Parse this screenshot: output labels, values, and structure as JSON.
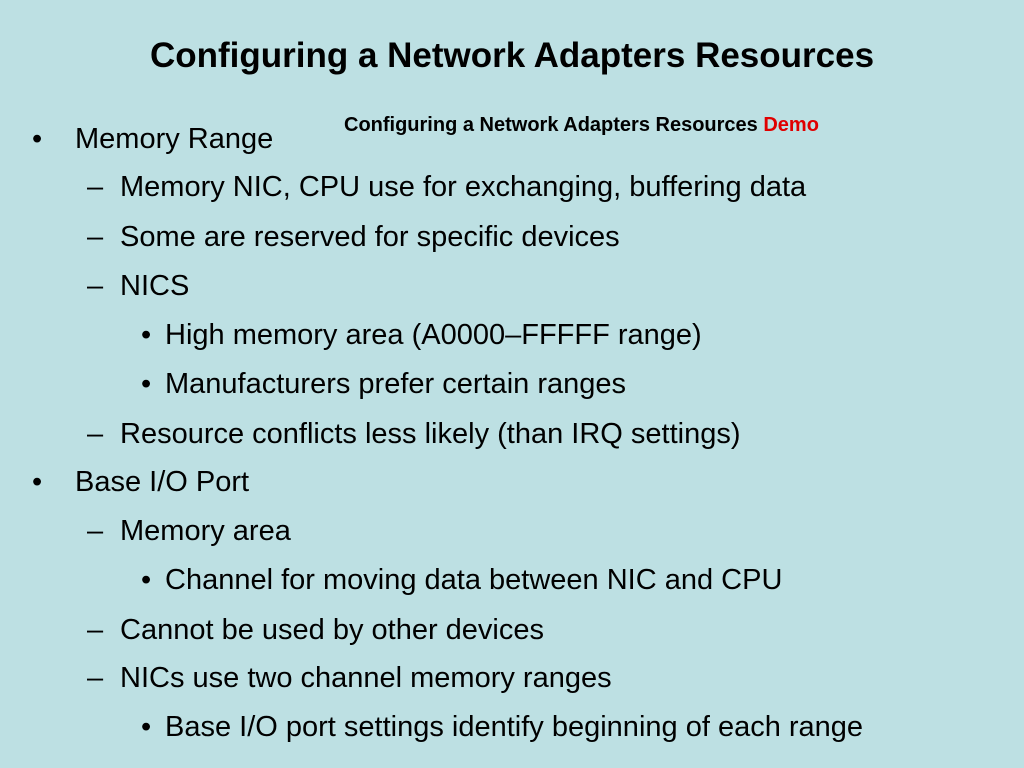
{
  "slide": {
    "title": "Configuring a Network Adapters Resources",
    "demo_link": {
      "text": "Configuring a Network Adapters Resources",
      "demo": "Demo"
    },
    "bullets": [
      {
        "marker": "•",
        "text": "Memory Range"
      },
      {
        "marker": "–",
        "text": "Memory NIC, CPU use for exchanging, buffering data"
      },
      {
        "marker": "–",
        "text": "Some are reserved for specific devices"
      },
      {
        "marker": "–",
        "text": "NICS"
      },
      {
        "marker": "•",
        "text": "High memory area (A0000–FFFFF range)"
      },
      {
        "marker": "•",
        "text": "Manufacturers prefer certain ranges"
      },
      {
        "marker": "–",
        "text": "Resource conflicts less likely (than IRQ settings)"
      },
      {
        "marker": "•",
        "text": "Base I/O Port"
      },
      {
        "marker": "–",
        "text": "Memory area"
      },
      {
        "marker": "•",
        "text": "Channel for moving data between NIC and CPU"
      },
      {
        "marker": "–",
        "text": "Cannot be used by other devices"
      },
      {
        "marker": "–",
        "text": "NICs use two channel memory ranges"
      },
      {
        "marker": "•",
        "text": "Base I/O port settings identify beginning of each range"
      }
    ]
  },
  "colors": {
    "background": "#bde0e3",
    "text": "#000000",
    "demo_accent": "#e00000"
  }
}
